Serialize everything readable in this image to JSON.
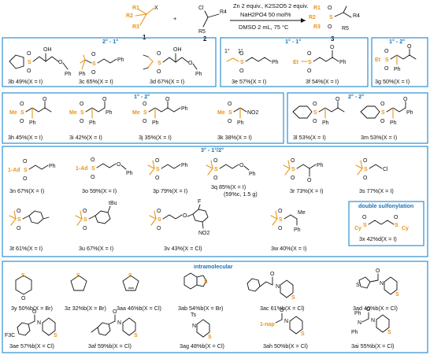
{
  "reaction": {
    "reagent1_label": "1",
    "reagent2_label": "2",
    "product_label": "3",
    "plus": "+",
    "cond_line1": "Zn 2 equiv., K2S2O5 2 equiv.",
    "cond_line2": "NaH2PO4 50 mol%",
    "cond_line3": "DMSO 2 mL, 75 °C",
    "r1": "R1",
    "r2": "R2",
    "r3": "R3",
    "r4": "R4",
    "r5": "R5",
    "x": "X",
    "cl": "Cl"
  },
  "sections": {
    "s2_1": "2° - 1°",
    "s1_1": "1° - 1°",
    "s1_2a": "1° - 2°",
    "s1_2b": "1° - 2°",
    "s2_2": "2° - 2°",
    "s3": "3° - 1°/2°",
    "double": "double sulfonylation",
    "intra": "intramolecular"
  },
  "compounds": [
    {
      "id": "3b",
      "label": "3b 49%(X = I)"
    },
    {
      "id": "3c",
      "label": "3c 65%(X = I)"
    },
    {
      "id": "3d",
      "label": "3d 67%(X = I)"
    },
    {
      "id": "3e",
      "label": "3e 57%(X = I)"
    },
    {
      "id": "3f",
      "label": "3f 54%(X = I)"
    },
    {
      "id": "3g",
      "label": "3g 50%(X = I)"
    },
    {
      "id": "3h",
      "label": "3h 45%(X = I)"
    },
    {
      "id": "3i",
      "label": "3i 42%(X = I)"
    },
    {
      "id": "3j",
      "label": "3j 35%(X = I)"
    },
    {
      "id": "3k",
      "label": "3k 38%(X = I)"
    },
    {
      "id": "3l",
      "label": "3l 53%(X = I)"
    },
    {
      "id": "3m",
      "label": "3m 53%(X = I)"
    },
    {
      "id": "3n",
      "label": "3n 67%(X = I)"
    },
    {
      "id": "3o",
      "label": "3o 59%(X = I)"
    },
    {
      "id": "3p",
      "label": "3p 79%(X = I)"
    },
    {
      "id": "3q",
      "label": "3q 85%(X = I)"
    },
    {
      "id": "3q_note",
      "label": "(59%c, 1.5 g)"
    },
    {
      "id": "3r",
      "label": "3r 73%(X = I)"
    },
    {
      "id": "3s",
      "label": "3s 77%(X = I)"
    },
    {
      "id": "3t",
      "label": "3t 61%(X = I)"
    },
    {
      "id": "3u",
      "label": "3u 67%(X = I)"
    },
    {
      "id": "3v",
      "label": "3v 43%(X = Cl)"
    },
    {
      "id": "3w",
      "label": "3w 40%(X = I)"
    },
    {
      "id": "3x",
      "label": "3x 42%d(X = I)"
    },
    {
      "id": "3y",
      "label": "3y 50%b(X = Br)"
    },
    {
      "id": "3z",
      "label": "3z 32%b(X = Br)"
    },
    {
      "id": "3aa",
      "label": "3aa 46%b(X = Cl)"
    },
    {
      "id": "3ab",
      "label": "3ab 54%b(X = Br)"
    },
    {
      "id": "3ac",
      "label": "3ac 61%b(X = Cl)"
    },
    {
      "id": "3ad",
      "label": "3ad 40%b(X = Cl)"
    },
    {
      "id": "3ae",
      "label": "3ae 57%b(X = Cl)"
    },
    {
      "id": "3af",
      "label": "3af 59%b(X = Cl)"
    },
    {
      "id": "3ag",
      "label": "3ag 48%b(X = Cl)"
    },
    {
      "id": "3ah",
      "label": "3ah 50%b(X = Cl)"
    },
    {
      "id": "3ai",
      "label": "3ai 55%b(X = Cl)"
    }
  ],
  "atoms": {
    "S": "S",
    "O": "O",
    "OH": "OH",
    "Ph": "Ph",
    "Me": "Me",
    "Et": "Et",
    "Cy": "Cy",
    "NO2": "NO2",
    "Cl": "Cl",
    "F": "F",
    "N": "N",
    "tBu": "tBu",
    "CF3": "F3C",
    "Ts": "Ts",
    "onenap": "1-nap",
    "oneAd": "1-Ad"
  }
}
